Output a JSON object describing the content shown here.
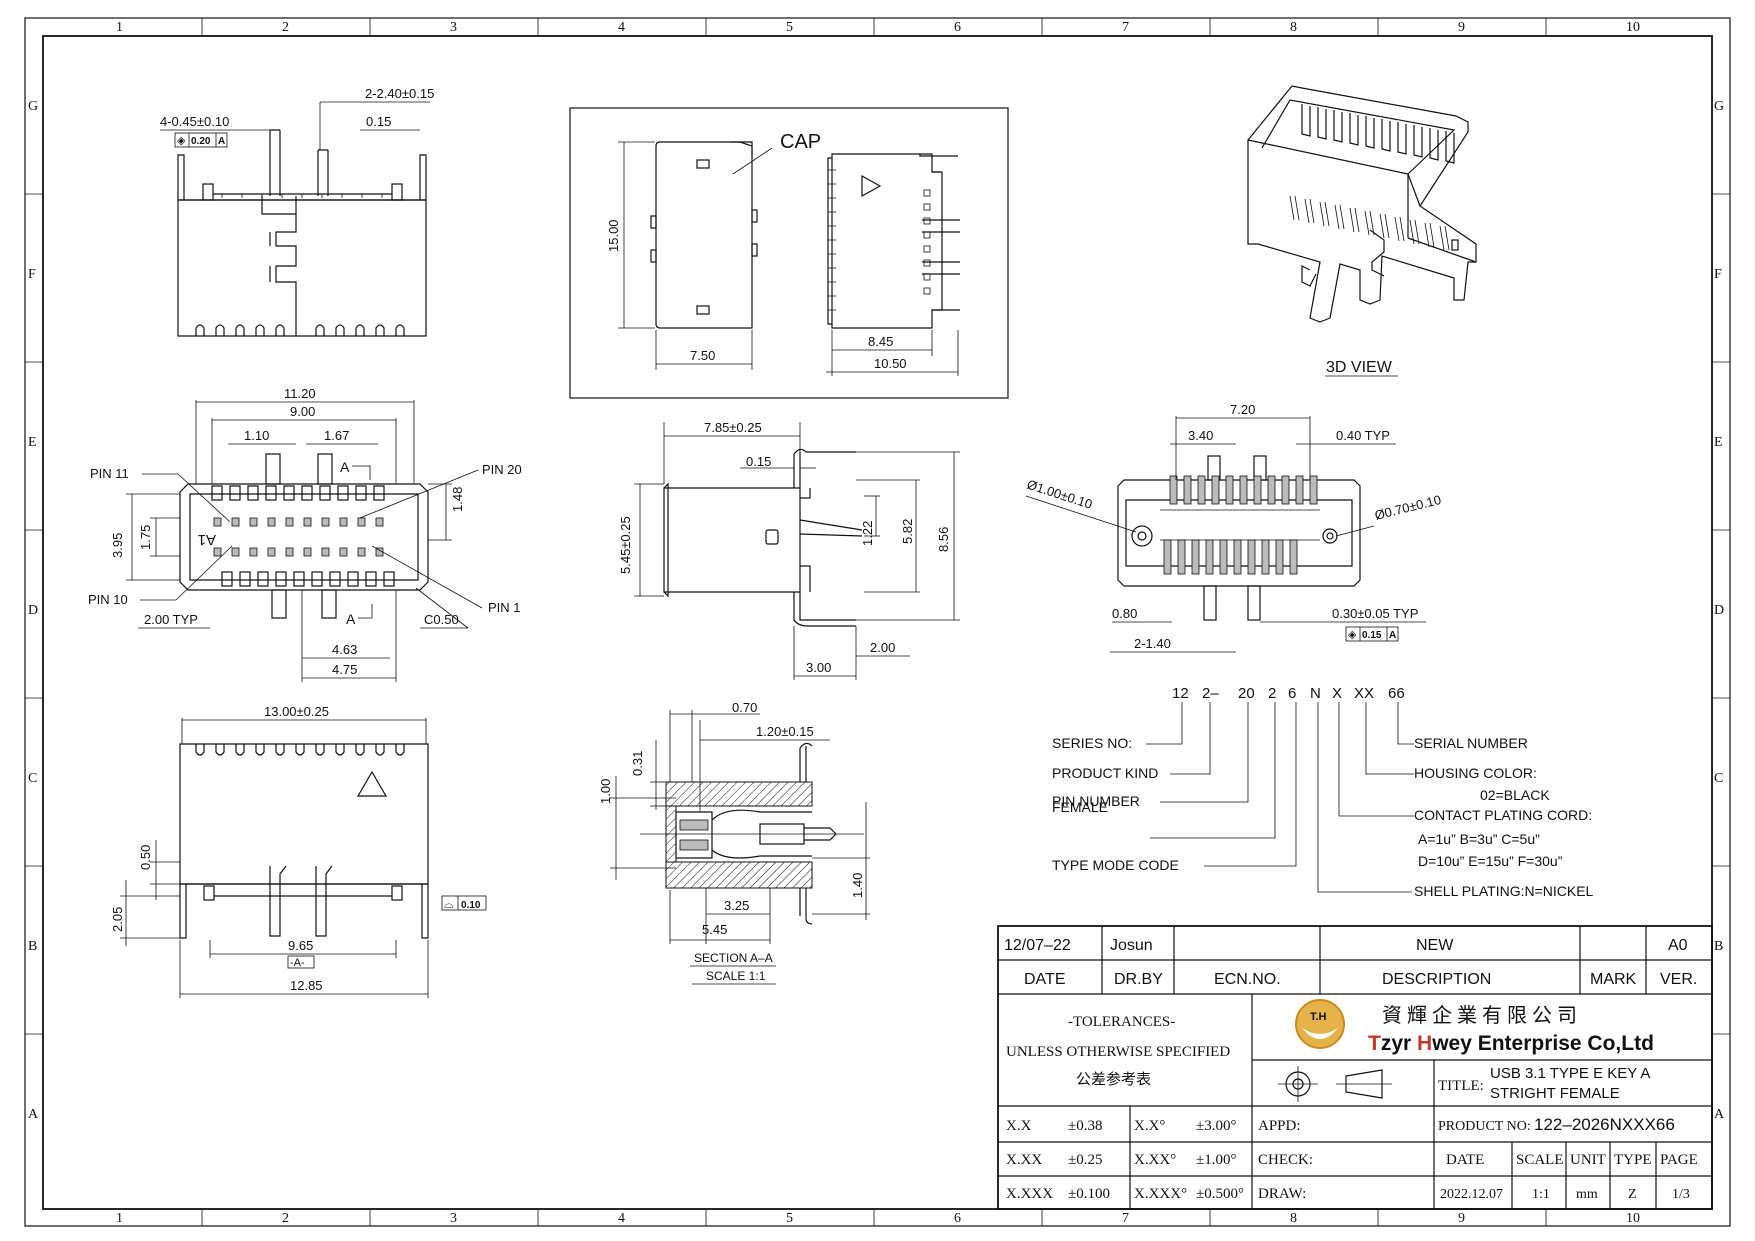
{
  "border": {
    "columns": [
      "1",
      "2",
      "3",
      "4",
      "5",
      "6",
      "7",
      "8",
      "9",
      "10"
    ],
    "rows": [
      "G",
      "F",
      "E",
      "D",
      "C",
      "B",
      "A"
    ]
  },
  "views": {
    "top": {
      "dims": [
        "2-2.40±0.15",
        "4-0.45±0.10",
        "0.15"
      ],
      "gdt": {
        "sym": "◈",
        "val": "0.20",
        "ref": "A"
      }
    },
    "cap": {
      "label": "CAP",
      "dims": [
        "15.00",
        "7.50",
        "8.45",
        "10.50"
      ]
    },
    "iso": {
      "label": "3D VIEW"
    },
    "front": {
      "dims": [
        "11.20",
        "9.00",
        "1.10",
        "1.67",
        "A",
        "1.48",
        "3.95",
        "1.75",
        "2.00 TYP",
        "A",
        "C0.50",
        "4.63",
        "4.75"
      ],
      "pins": [
        "PIN 11",
        "PIN 20",
        "PIN 10",
        "PIN 1"
      ],
      "mark": "A1"
    },
    "side": {
      "dims": [
        "7.85±0.25",
        "0.15",
        "5.45±0.25",
        "1.22",
        "5.82",
        "8.56",
        "2.00",
        "3.00"
      ]
    },
    "pcb": {
      "dims": [
        "7.20",
        "3.40",
        "0.40 TYP",
        "Ø1.00±0.10",
        "Ø0.70±0.10",
        "0.80",
        "2-1.40",
        "0.30±0.05 TYP"
      ],
      "gdt": {
        "sym": "◈",
        "val": "0.15",
        "ref": "A"
      }
    },
    "bottom": {
      "dims": [
        "13.00±0.25",
        "0.50",
        "2.05",
        "9.65",
        "-A-",
        "12.85"
      ],
      "gdt": {
        "sym": "⌓",
        "val": "0.10"
      }
    },
    "section": {
      "dims": [
        "0.70",
        "1.20±0.15",
        "0.31",
        "1.00",
        "1.40",
        "3.25",
        "5.45"
      ],
      "title": "SECTION A–A",
      "scale": "SCALE 1:1"
    }
  },
  "part_number": {
    "segments": [
      "12",
      "2–",
      "20",
      "2",
      "6",
      "N",
      "X",
      "XX",
      "66"
    ],
    "left_labels": [
      "SERIES NO:",
      "PRODUCT KIND",
      "PIN NUMBER",
      "FEMALE",
      "TYPE MODE CODE"
    ],
    "right_labels": [
      "SERIAL NUMBER",
      "HOUSING COLOR:",
      "02=BLACK",
      "CONTACT PLATING CORD:",
      "A=1u”   B=3u”   C=5u”",
      "D=10u” E=15u” F=30u”",
      "SHELL PLATING:N=NICKEL"
    ]
  },
  "title_block": {
    "rev": {
      "date": "12/07–22",
      "drby": "Josun",
      "ecn": "",
      "description": "NEW",
      "mark": "",
      "ver": "A0"
    },
    "rev_headers": {
      "date": "DATE",
      "drby": "DR.BY",
      "ecn": "ECN.NO.",
      "description": "DESCRIPTION",
      "mark": "MARK",
      "ver": "VER."
    },
    "tolerances": {
      "heading": "-TOLERANCES-",
      "sub": "UNLESS OTHERWISE SPECIFIED",
      "cn": "公差参考表"
    },
    "tol_rows": [
      {
        "a": "X.X",
        "av": "±0.38",
        "b": "X.X°",
        "bv": "±3.00°"
      },
      {
        "a": "X.XX",
        "av": "±0.25",
        "b": "X.XX°",
        "bv": "±1.00°"
      },
      {
        "a": "X.XXX",
        "av": "±0.100",
        "b": "X.XXX°",
        "bv": "±0.500°"
      }
    ],
    "company": {
      "logo": "T.H",
      "cn": "資 輝 企 業 有 限 公 司",
      "en_t": "T",
      "en_zyr": "zyr ",
      "en_h": "H",
      "en_rest": "wey Enterprise Co,Ltd"
    },
    "title_label": "TITLE:",
    "title_line1": "USB 3.1 TYPE E KEY A",
    "title_line2": "STRIGHT FEMALE",
    "appd": "APPD:",
    "check": "CHECK:",
    "draw": "DRAW:",
    "product_label": "PRODUCT NO:",
    "product_no": "122–2026NXXX66",
    "info_headers": [
      "DATE",
      "SCALE",
      "UNIT",
      "TYPE",
      "PAGE"
    ],
    "info_values": [
      "2022.12.07",
      "1:1",
      "mm",
      "Z",
      "1/3"
    ]
  }
}
